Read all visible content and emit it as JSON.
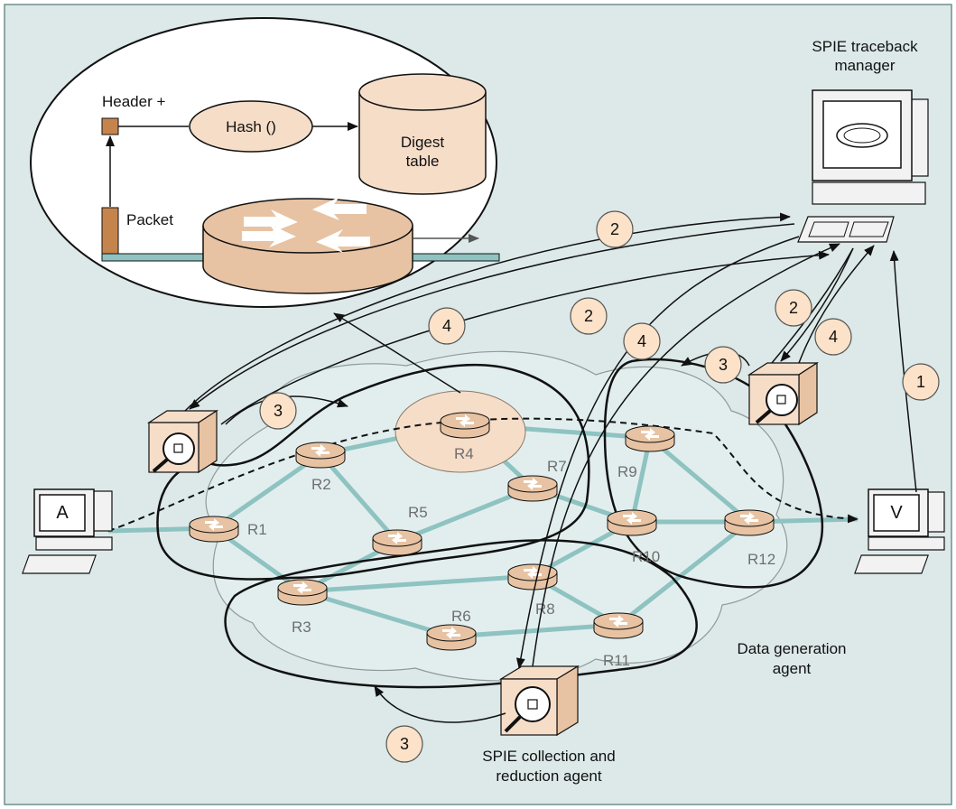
{
  "diagram": {
    "labels": {
      "header": "Header +",
      "hash": "Hash ()",
      "digest_line1": "Digest",
      "digest_line2": "table",
      "packet": "Packet",
      "manager_line1": "SPIE traceback",
      "manager_line2": "manager",
      "collection_line1": "SPIE collection and",
      "collection_line2": "reduction agent",
      "datagen_line1": "Data generation",
      "datagen_line2": "agent",
      "host_a": "A",
      "host_v": "V"
    },
    "routers": [
      "R1",
      "R2",
      "R3",
      "R4",
      "R5",
      "R6",
      "R7",
      "R8",
      "R9",
      "R10",
      "R11",
      "R12"
    ],
    "steps": [
      "2",
      "4",
      "2",
      "4",
      "2",
      "4",
      "3",
      "3",
      "3",
      "1"
    ],
    "colors": {
      "background": "#dce9e8",
      "router": "#e7c3a3",
      "link": "#8ec3c1",
      "orange": "#c6844d",
      "step_circle": "#fbe2c8"
    }
  }
}
